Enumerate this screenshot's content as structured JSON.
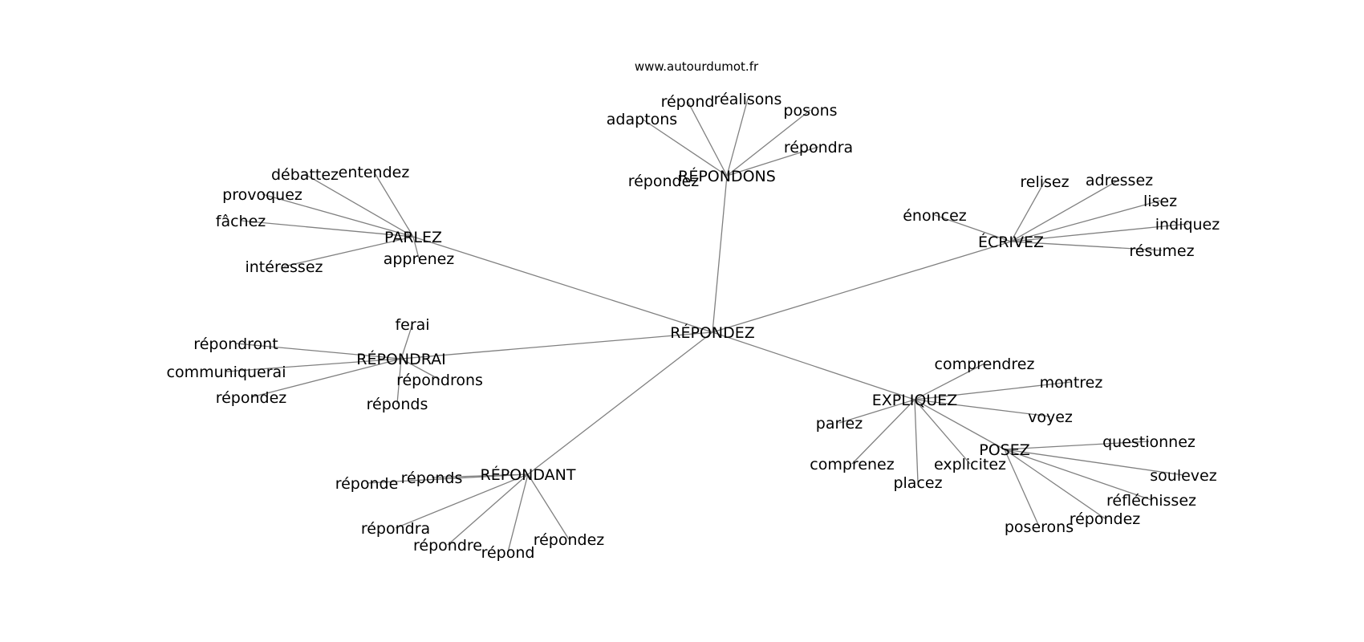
{
  "source": "www.autourdumot.fr",
  "graph": {
    "center": "RÉPONDEZ",
    "groups": [
      {
        "hub": "RÉPONDONS",
        "leaves": [
          "adaptons",
          "répond",
          "réalisons",
          "posons",
          "répondra",
          "répondez"
        ]
      },
      {
        "hub": "PARLEZ",
        "leaves": [
          "débattez",
          "entendez",
          "provoquez",
          "fâchez",
          "intéressez",
          "apprenez"
        ]
      },
      {
        "hub": "ÉCRIVEZ",
        "leaves": [
          "relisez",
          "adressez",
          "lisez",
          "indiquez",
          "énoncez",
          "résumez"
        ]
      },
      {
        "hub": "RÉPONDRAI",
        "leaves": [
          "ferai",
          "répondront",
          "communiquerai",
          "répondrons",
          "répondez",
          "réponds"
        ]
      },
      {
        "hub": "EXPLIQUEZ",
        "leaves": [
          "comprendrez",
          "montrez",
          "voyez",
          "parlez",
          "comprenez",
          "explicitez"
        ]
      },
      {
        "hub": "POSEZ",
        "leaves": [
          "questionnez",
          "soulevez",
          "réfléchissez",
          "répondez",
          "poserons",
          "placez"
        ]
      },
      {
        "hub": "RÉPONDANT",
        "leaves": [
          "réponds",
          "réponde",
          "répondra",
          "répondre",
          "répond",
          "répondez"
        ]
      }
    ]
  }
}
